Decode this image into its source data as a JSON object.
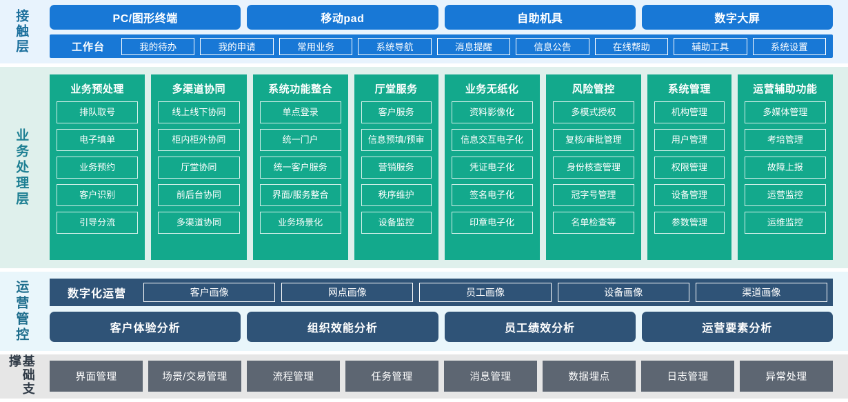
{
  "layers": {
    "contact": {
      "label": "接触层",
      "channels": [
        "PC/图形终端",
        "移动pad",
        "自助机具",
        "数字大屏"
      ],
      "workbench_title": "工作台",
      "workbench_items": [
        "我的待办",
        "我的申请",
        "常用业务",
        "系统导航",
        "消息提醒",
        "信息公告",
        "在线帮助",
        "辅助工具",
        "系统设置"
      ]
    },
    "business": {
      "label": "业务处理层",
      "columns": [
        {
          "title": "业务预处理",
          "items": [
            "排队取号",
            "电子填单",
            "业务预约",
            "客户识别",
            "引导分流"
          ]
        },
        {
          "title": "多渠道协同",
          "items": [
            "线上线下协同",
            "柜内柜外协同",
            "厅堂协同",
            "前后台协同",
            "多渠道协同"
          ]
        },
        {
          "title": "系统功能整合",
          "items": [
            "单点登录",
            "统一门户",
            "统一客户服务",
            "界面/服务整合",
            "业务场景化"
          ]
        },
        {
          "title": "厅堂服务",
          "items": [
            "客户服务",
            "信息预填/预审",
            "营销服务",
            "秩序维护",
            "设备监控"
          ]
        },
        {
          "title": "业务无纸化",
          "items": [
            "资料影像化",
            "信息交互电子化",
            "凭证电子化",
            "签名电子化",
            "印章电子化"
          ]
        },
        {
          "title": "风险管控",
          "items": [
            "多模式授权",
            "复核/审批管理",
            "身份核查管理",
            "冠字号管理",
            "名单检查等"
          ]
        },
        {
          "title": "系统管理",
          "items": [
            "机构管理",
            "用户管理",
            "权限管理",
            "设备管理",
            "参数管理"
          ]
        },
        {
          "title": "运营辅助功能",
          "items": [
            "多媒体管理",
            "考培管理",
            "故障上报",
            "运营监控",
            "运维监控"
          ]
        }
      ]
    },
    "operations": {
      "label": "运营管控",
      "digital_title": "数字化运营",
      "portraits": [
        "客户画像",
        "网点画像",
        "员工画像",
        "设备画像",
        "渠道画像"
      ],
      "analyses": [
        "客户体验分析",
        "组织效能分析",
        "员工绩效分析",
        "运营要素分析"
      ]
    },
    "foundation": {
      "label": "基础支撑",
      "items": [
        "界面管理",
        "场景/交易管理",
        "流程管理",
        "任务管理",
        "消息管理",
        "数据埋点",
        "日志管理",
        "异常处理"
      ]
    }
  },
  "colors": {
    "contact_band_bg": "#e8f3fd",
    "contact_blue": "#1878d6",
    "business_band_bg": "#dff0ec",
    "business_teal": "#13a98c",
    "operations_band_bg": "#e9f6fb",
    "operations_navy": "#2f5377",
    "foundation_band_bg": "#e6e6e6",
    "foundation_gray": "#5d6672"
  }
}
